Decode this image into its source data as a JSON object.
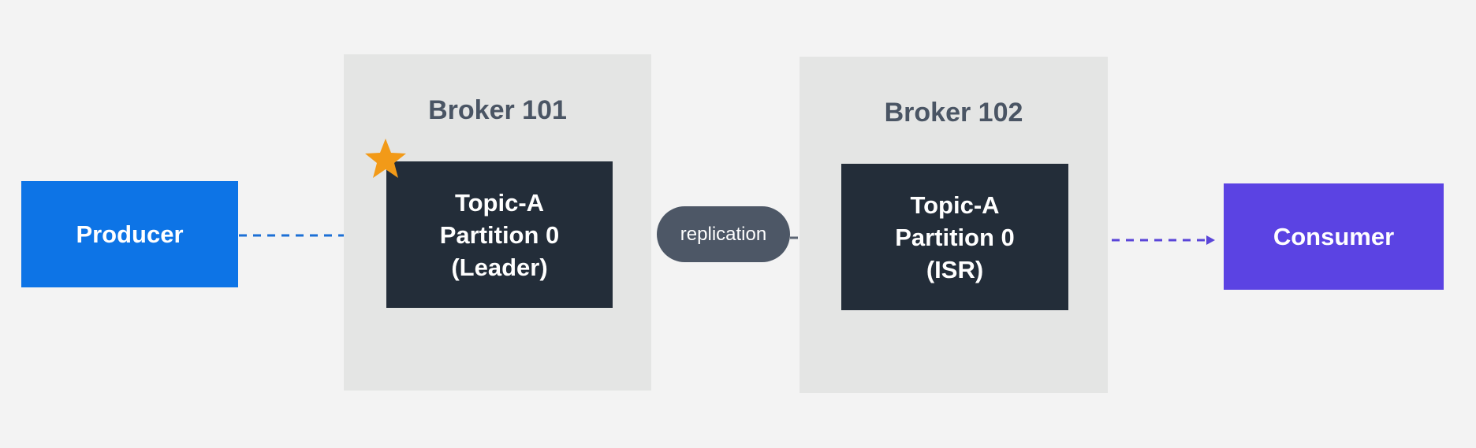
{
  "producer": {
    "label": "Producer",
    "color": "#0d74e6"
  },
  "consumer": {
    "label": "Consumer",
    "color": "#5b43e3"
  },
  "brokers": [
    {
      "title": "Broker 101",
      "partition": {
        "lines": [
          "Topic-A",
          "Partition 0",
          "(Leader)"
        ]
      }
    },
    {
      "title": "Broker 102",
      "partition": {
        "lines": [
          "Topic-A",
          "Partition 0",
          "(ISR)"
        ]
      }
    }
  ],
  "replication": {
    "label": "replication"
  },
  "colors": {
    "producer_arrow": "#1b6fd6",
    "replication_arrow": "#5d6674",
    "consumer_arrow": "#5a45d8",
    "leader_star": "#f29a18"
  },
  "icons": {
    "leader_marker": "star-icon"
  }
}
